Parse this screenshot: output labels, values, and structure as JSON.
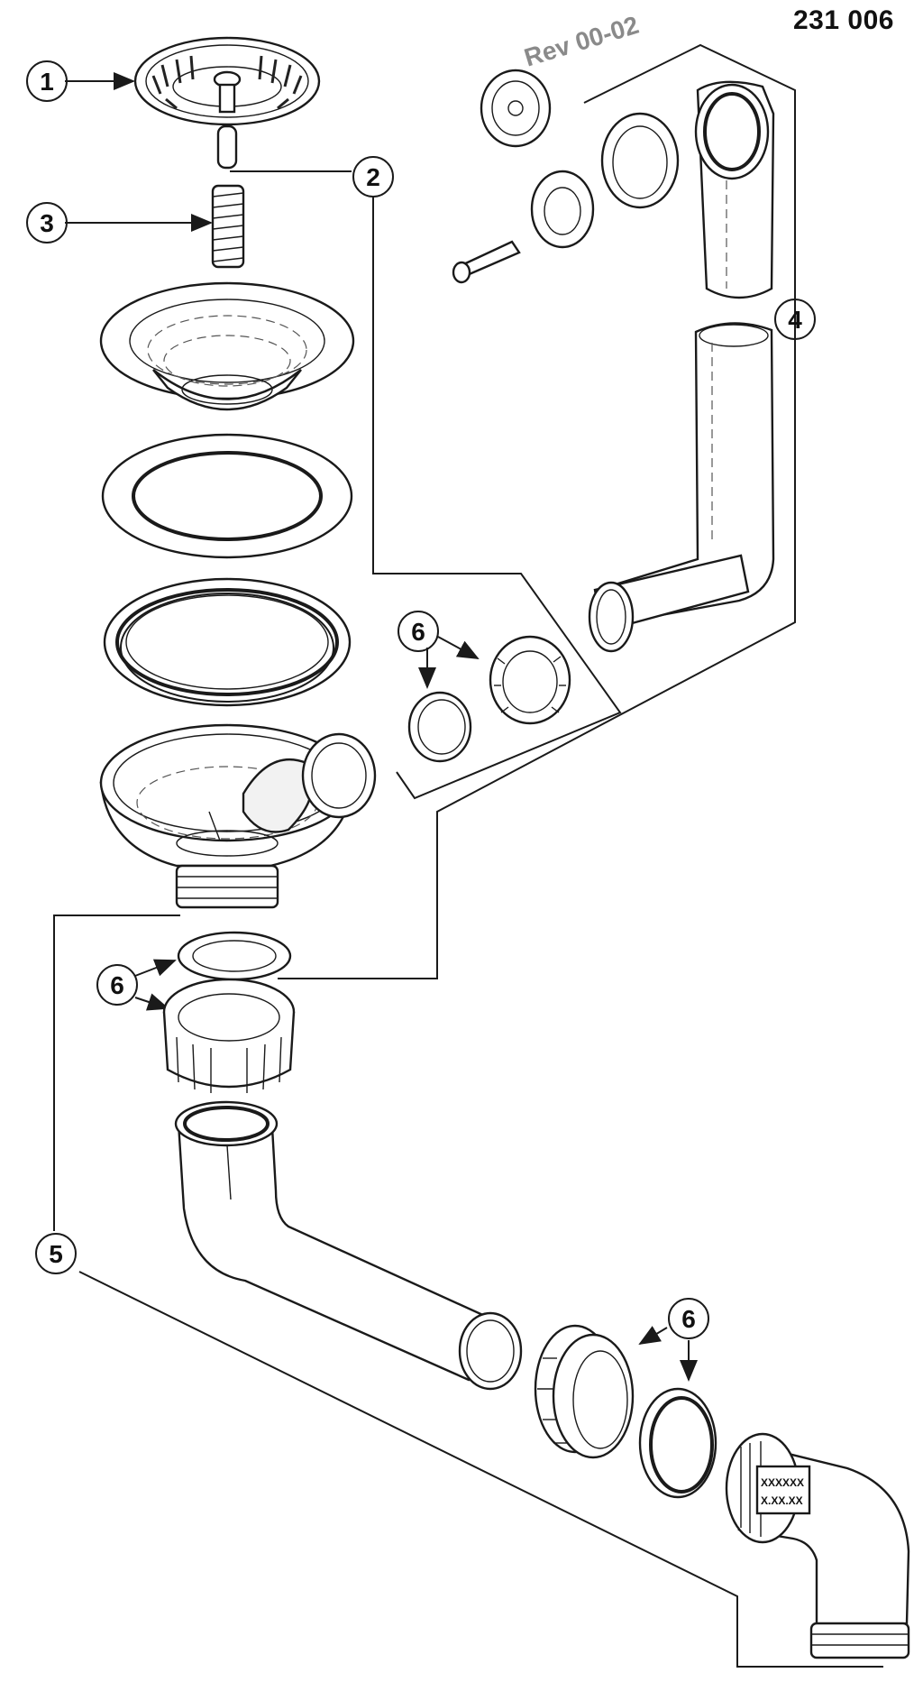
{
  "diagram": {
    "document_number": "231 006",
    "revision": "Rev 00-02",
    "callouts": [
      "1",
      "2",
      "3",
      "4",
      "5",
      "6"
    ],
    "pipe_marking": [
      "XXXXXX",
      "X.XX.XX"
    ]
  },
  "colors": {
    "line": "#1a1a1a",
    "revision_text": "#8a8a8a",
    "background": "#ffffff"
  }
}
